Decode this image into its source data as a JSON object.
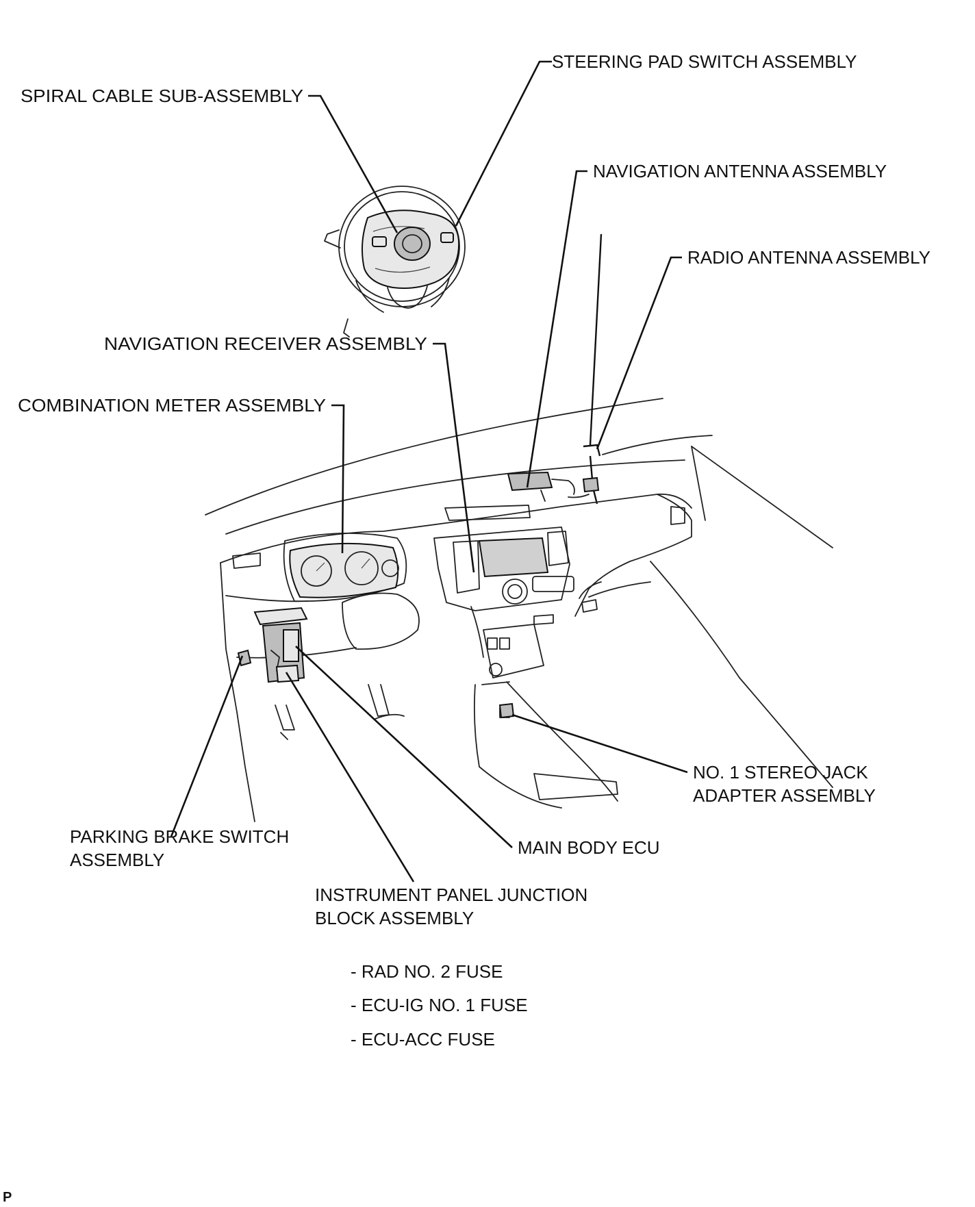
{
  "labels": {
    "steering_pad_switch": "STEERING PAD SWITCH ASSEMBLY",
    "spiral_cable": "SPIRAL CABLE SUB-ASSEMBLY",
    "navigation_antenna": "NAVIGATION ANTENNA ASSEMBLY",
    "radio_antenna": "RADIO ANTENNA ASSEMBLY",
    "navigation_receiver": "NAVIGATION RECEIVER ASSEMBLY",
    "combination_meter": "COMBINATION METER ASSEMBLY",
    "stereo_jack_line1": "NO. 1 STEREO JACK",
    "stereo_jack_line2": "ADAPTER ASSEMBLY",
    "parking_brake_line1": "PARKING BRAKE SWITCH",
    "parking_brake_line2": "ASSEMBLY",
    "main_body_ecu": "MAIN BODY ECU",
    "junction_block_line1": "INSTRUMENT PANEL JUNCTION",
    "junction_block_line2": "BLOCK ASSEMBLY"
  },
  "fuses": [
    "- RAD NO. 2 FUSE",
    "- ECU-IG NO. 1 FUSE",
    "- ECU-ACC FUSE"
  ],
  "corner_mark": "P",
  "colors": {
    "ink": "#111111",
    "background": "#ffffff"
  }
}
